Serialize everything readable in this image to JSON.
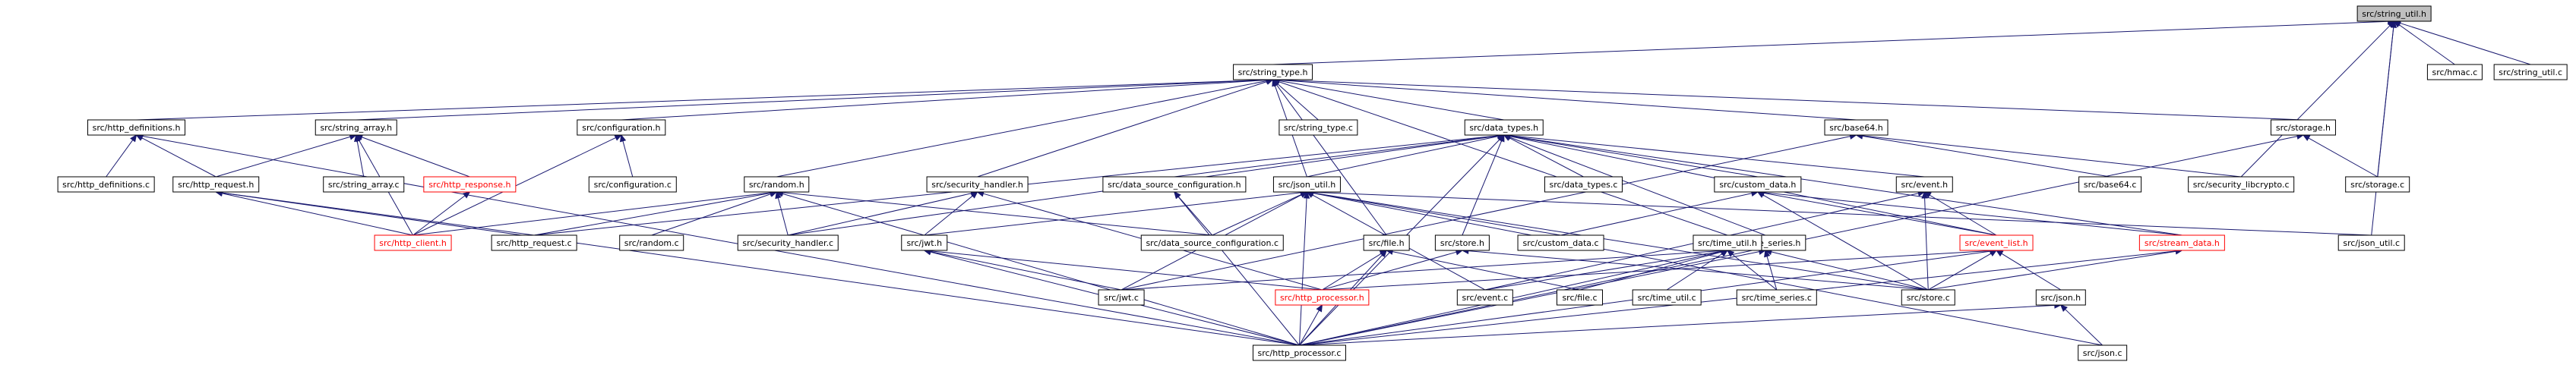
{
  "nodes": [
    {
      "id": "string_util_h",
      "label": "src/string_util.h",
      "style": "root"
    },
    {
      "id": "string_type_h",
      "label": "src/string_type.h"
    },
    {
      "id": "hmac_c",
      "label": "src/hmac.c"
    },
    {
      "id": "string_util_c",
      "label": "src/string_util.c"
    },
    {
      "id": "http_definitions_h",
      "label": "src/http_definitions.h"
    },
    {
      "id": "string_array_h",
      "label": "src/string_array.h"
    },
    {
      "id": "configuration_h",
      "label": "src/configuration.h"
    },
    {
      "id": "string_type_c",
      "label": "src/string_type.c"
    },
    {
      "id": "data_types_h",
      "label": "src/data_types.h"
    },
    {
      "id": "base64_h",
      "label": "src/base64.h"
    },
    {
      "id": "storage_h",
      "label": "src/storage.h"
    },
    {
      "id": "http_definitions_c",
      "label": "src/http_definitions.c"
    },
    {
      "id": "http_request_h",
      "label": "src/http_request.h"
    },
    {
      "id": "string_array_c",
      "label": "src/string_array.c"
    },
    {
      "id": "http_response_h",
      "label": "src/http_response.h",
      "style": "red"
    },
    {
      "id": "configuration_c",
      "label": "src/configuration.c"
    },
    {
      "id": "random_h",
      "label": "src/random.h"
    },
    {
      "id": "security_handler_h",
      "label": "src/security_handler.h"
    },
    {
      "id": "data_source_configuration_h",
      "label": "src/data_source_configuration.h"
    },
    {
      "id": "json_util_h",
      "label": "src/json_util.h"
    },
    {
      "id": "data_types_c",
      "label": "src/data_types.c"
    },
    {
      "id": "custom_data_h",
      "label": "src/custom_data.h"
    },
    {
      "id": "event_h",
      "label": "src/event.h"
    },
    {
      "id": "base64_c",
      "label": "src/base64.c"
    },
    {
      "id": "security_libcrypto_c",
      "label": "src/security_libcrypto.c"
    },
    {
      "id": "storage_c",
      "label": "src/storage.c"
    },
    {
      "id": "http_client_h",
      "label": "src/http_client.h",
      "style": "red"
    },
    {
      "id": "http_request_c",
      "label": "src/http_request.c"
    },
    {
      "id": "random_c",
      "label": "src/random.c"
    },
    {
      "id": "security_handler_c",
      "label": "src/security_handler.c"
    },
    {
      "id": "data_source_configuration_c",
      "label": "src/data_source_configuration.c"
    },
    {
      "id": "custom_data_c",
      "label": "src/custom_data.c"
    },
    {
      "id": "time_series_h",
      "label": "src/time_series.h"
    },
    {
      "id": "event_list_h",
      "label": "src/event_list.h",
      "style": "red"
    },
    {
      "id": "stream_data_h",
      "label": "src/stream_data.h",
      "style": "red"
    },
    {
      "id": "json_util_c",
      "label": "src/json_util.c"
    },
    {
      "id": "jwt_h",
      "label": "src/jwt.h"
    },
    {
      "id": "file_h",
      "label": "src/file.h"
    },
    {
      "id": "store_h",
      "label": "src/store.h"
    },
    {
      "id": "time_util_h",
      "label": "src/time_util.h"
    },
    {
      "id": "json_h",
      "label": "src/json.h"
    },
    {
      "id": "jwt_c",
      "label": "src/jwt.c"
    },
    {
      "id": "http_processor_h",
      "label": "src/http_processor.h",
      "style": "red"
    },
    {
      "id": "event_c",
      "label": "src/event.c"
    },
    {
      "id": "file_c",
      "label": "src/file.c"
    },
    {
      "id": "time_util_c",
      "label": "src/time_util.c"
    },
    {
      "id": "time_series_c",
      "label": "src/time_series.c"
    },
    {
      "id": "store_c",
      "label": "src/store.c"
    },
    {
      "id": "http_processor_c",
      "label": "src/http_processor.c"
    },
    {
      "id": "json_c",
      "label": "src/json.c"
    }
  ],
  "edges": [
    [
      "string_type_h",
      "string_util_h"
    ],
    [
      "hmac_c",
      "string_util_h"
    ],
    [
      "string_util_c",
      "string_util_h"
    ],
    [
      "security_libcrypto_c",
      "string_util_h"
    ],
    [
      "storage_c",
      "string_util_h"
    ],
    [
      "json_util_c",
      "string_util_h"
    ],
    [
      "http_definitions_h",
      "string_type_h"
    ],
    [
      "string_array_h",
      "string_type_h"
    ],
    [
      "configuration_h",
      "string_type_h"
    ],
    [
      "string_type_c",
      "string_type_h"
    ],
    [
      "data_types_h",
      "string_type_h"
    ],
    [
      "base64_h",
      "string_type_h"
    ],
    [
      "storage_h",
      "string_type_h"
    ],
    [
      "random_h",
      "string_type_h"
    ],
    [
      "security_handler_h",
      "string_type_h"
    ],
    [
      "json_util_h",
      "string_type_h"
    ],
    [
      "file_h",
      "string_type_h"
    ],
    [
      "time_util_h",
      "string_type_h"
    ],
    [
      "http_definitions_c",
      "http_definitions_h"
    ],
    [
      "http_request_h",
      "http_definitions_h"
    ],
    [
      "http_processor_c",
      "http_definitions_h"
    ],
    [
      "string_array_c",
      "string_array_h"
    ],
    [
      "http_request_h",
      "string_array_h"
    ],
    [
      "http_response_h",
      "string_array_h"
    ],
    [
      "http_client_h",
      "string_array_h"
    ],
    [
      "configuration_c",
      "configuration_h"
    ],
    [
      "http_client_h",
      "configuration_h"
    ],
    [
      "http_request_c",
      "http_request_h"
    ],
    [
      "http_client_h",
      "http_request_h"
    ],
    [
      "http_processor_c",
      "http_request_h"
    ],
    [
      "http_client_h",
      "http_response_h"
    ],
    [
      "http_request_c",
      "data_types_h"
    ],
    [
      "data_source_configuration_h",
      "data_types_h"
    ],
    [
      "json_util_h",
      "data_types_h"
    ],
    [
      "data_types_c",
      "data_types_h"
    ],
    [
      "custom_data_h",
      "data_types_h"
    ],
    [
      "event_h",
      "data_types_h"
    ],
    [
      "time_series_h",
      "data_types_h"
    ],
    [
      "stream_data_h",
      "data_types_h"
    ],
    [
      "store_h",
      "data_types_h"
    ],
    [
      "security_handler_c",
      "data_types_h"
    ],
    [
      "http_processor_c",
      "data_types_h"
    ],
    [
      "event_list_h",
      "data_types_h"
    ],
    [
      "base64_c",
      "base64_h"
    ],
    [
      "security_libcrypto_c",
      "base64_h"
    ],
    [
      "jwt_c",
      "base64_h"
    ],
    [
      "storage_c",
      "storage_h"
    ],
    [
      "http_processor_c",
      "storage_h"
    ],
    [
      "http_request_c",
      "random_h"
    ],
    [
      "random_c",
      "random_h"
    ],
    [
      "security_handler_c",
      "random_h"
    ],
    [
      "data_source_configuration_c",
      "random_h"
    ],
    [
      "http_processor_c",
      "random_h"
    ],
    [
      "http_client_h",
      "random_h"
    ],
    [
      "security_handler_c",
      "security_handler_h"
    ],
    [
      "jwt_h",
      "security_handler_h"
    ],
    [
      "http_processor_h",
      "security_handler_h"
    ],
    [
      "data_source_configuration_c",
      "data_source_configuration_h"
    ],
    [
      "http_processor_c",
      "data_source_configuration_h"
    ],
    [
      "data_source_configuration_c",
      "json_util_h"
    ],
    [
      "custom_data_c",
      "json_util_h"
    ],
    [
      "json_util_c",
      "json_util_h"
    ],
    [
      "jwt_h",
      "json_util_h"
    ],
    [
      "jwt_c",
      "json_util_h"
    ],
    [
      "event_c",
      "json_util_h"
    ],
    [
      "store_c",
      "json_util_h"
    ],
    [
      "json_c",
      "json_util_h"
    ],
    [
      "http_processor_c",
      "json_util_h"
    ],
    [
      "custom_data_c",
      "custom_data_h"
    ],
    [
      "store_c",
      "custom_data_h"
    ],
    [
      "event_list_h",
      "custom_data_h"
    ],
    [
      "stream_data_h",
      "custom_data_h"
    ],
    [
      "event_c",
      "event_h"
    ],
    [
      "event_list_h",
      "event_h"
    ],
    [
      "store_c",
      "event_h"
    ],
    [
      "time_series_c",
      "time_series_h"
    ],
    [
      "store_c",
      "time_series_h"
    ],
    [
      "http_processor_c",
      "time_series_h"
    ],
    [
      "store_c",
      "event_list_h"
    ],
    [
      "json_h",
      "event_list_h"
    ],
    [
      "http_processor_h",
      "event_list_h"
    ],
    [
      "http_processor_c",
      "event_list_h"
    ],
    [
      "store_c",
      "stream_data_h"
    ],
    [
      "http_processor_c",
      "stream_data_h"
    ],
    [
      "jwt_c",
      "jwt_h"
    ],
    [
      "http_processor_c",
      "jwt_h"
    ],
    [
      "http_processor_h",
      "jwt_h"
    ],
    [
      "file_c",
      "file_h"
    ],
    [
      "http_processor_h",
      "file_h"
    ],
    [
      "http_processor_c",
      "file_h"
    ],
    [
      "store_c",
      "store_h"
    ],
    [
      "http_processor_h",
      "store_h"
    ],
    [
      "time_util_c",
      "time_util_h"
    ],
    [
      "time_series_c",
      "time_util_h"
    ],
    [
      "event_c",
      "time_util_h"
    ],
    [
      "file_c",
      "time_util_h"
    ],
    [
      "jwt_c",
      "time_util_h"
    ],
    [
      "http_processor_c",
      "time_util_h"
    ],
    [
      "json_c",
      "json_h"
    ],
    [
      "http_processor_c",
      "json_h"
    ],
    [
      "http_processor_c",
      "http_processor_h"
    ]
  ]
}
